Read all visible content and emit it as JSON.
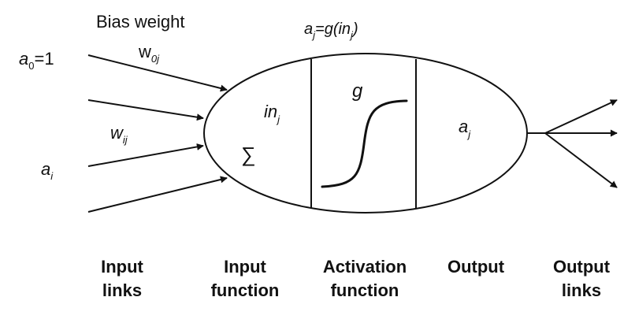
{
  "labels": {
    "bias_weight": "Bias weight",
    "a0_base": "a",
    "a0_sub": "0",
    "a0_value": "=1",
    "w0j_base": "w",
    "w0j_sub": "0j",
    "wij_base": "w",
    "wij_sub": "ij",
    "ai_base": "a",
    "ai_sub": "i",
    "aj_top_base": "a",
    "aj_top_sub": "j",
    "aj_top_eq": "=g(in",
    "aj_top_sub2": "j",
    "aj_top_close": ")",
    "inj_base": "in",
    "inj_sub": "j",
    "sigma": "∑",
    "g": "g",
    "aj_out_base": "a",
    "aj_out_sub": "j"
  },
  "captions": [
    "Input\nlinks",
    "Input\nfunction",
    "Activation\nfunction",
    "Output",
    "Output\nlinks"
  ],
  "icons": {
    "sigma": "summation-icon",
    "sigmoid": "sigmoid-curve-icon",
    "arrow": "arrowhead-icon"
  },
  "colors": {
    "stroke": "#111111",
    "background": "#ffffff"
  }
}
